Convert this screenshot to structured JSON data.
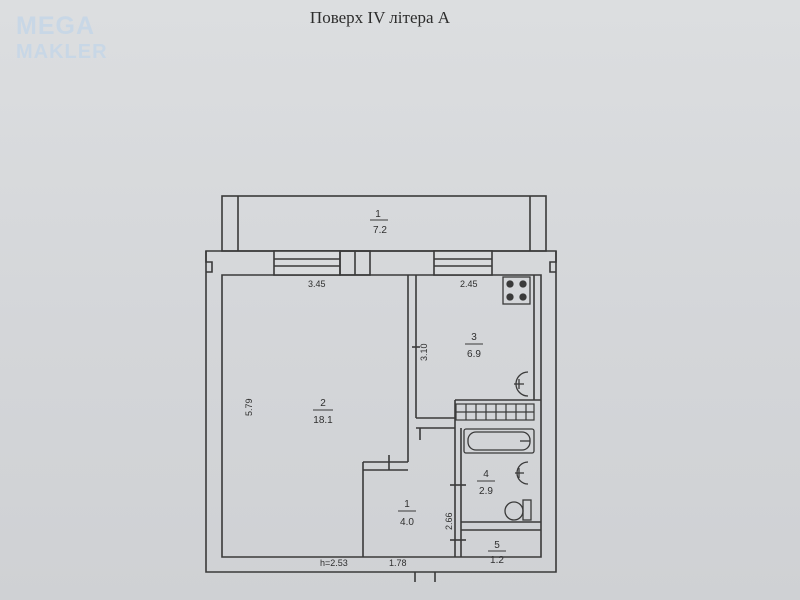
{
  "logo": {
    "line1": "MEGA",
    "line2": "MAKLER"
  },
  "title": "Поверх  IV  літера А",
  "rooms": [
    {
      "num": "1",
      "area": "7.2"
    },
    {
      "num": "2",
      "area": "18.1"
    },
    {
      "num": "3",
      "area": "6.9"
    },
    {
      "num": "1",
      "area": "4.0"
    },
    {
      "num": "4",
      "area": "2.9"
    },
    {
      "num": "5",
      "area": "1.2"
    }
  ],
  "dimensions": {
    "room2_width": "3.45",
    "room3_width": "2.45",
    "room3_depth": "3.10",
    "room2_depth": "5.79",
    "hall_depth": "2.66",
    "hall_width": "1.78",
    "ceiling_height": "h=2.53"
  }
}
